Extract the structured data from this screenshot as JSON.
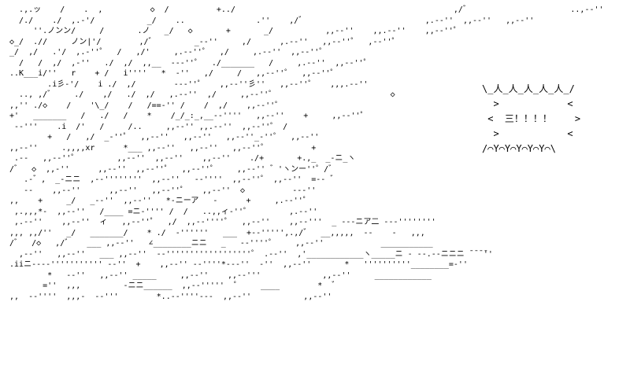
{
  "art": {
    "lines": [
      "   .,.ッ    /    .  ,          ◇  /          +../                                              ,/゛                     ..,-‐''       _-‐''",
      "   /./    ./  ,.-'/           _/    ..               .''    ,/゛                         ,.-‐''  ,,-‐''   ,,-‐''",
      "      ''.ノンン/     /       .ノ   _/   ◇       +       _/           ,,-‐''    ,,.-‐''    ,,-‐''゜",
      " ◇_/  .//     ノン|'/        ,/゛        _-‐''     ,/      ,.-‐''   ,,-‐''゜  ,-‐''゜",
      " _/  ,/   .'/  ,.-''゜  /   ,/'     ,.-‐''゜  ,/     ,.-‐''  ,,-‐''゜",
      "   /   /  ,/  ,-''   ./  ,/  ,,__  ‐--''゜  ./_______   /     ,.-‐''  ,,-‐''゜",
      " ..K___i/''   r    + /   i''''   *  -''   ,/     /   ,,-‐''゜  ,,-‐''゜",
      "         .i彡-'/    i ./  ,/        ‐--''゜   ,,-‐''彡''   ,,-‐''゜   ,,,.-‐''",
      "   .., ,/゛    ./    ,/   ./  ,/   ,.-‐''  ,/     ,,-‐''゜                        ◇",
      " ,,'' ./◇    /    '\\_/    /   /==-'' /    /  ,/    ,,-‐''゜",
      " +'   _______   /   ./   /    *    /_/_:_,__-‐''''   ,,-‐''    +     ,,-‐''゜",
      "  -‐'''    .i  /'   /     /..     ,,-‐'' ,,.-‐''  ,,-‐''゜ /",
      "         +   /   ,/  _-''゜  ,,-‐''   ,,-‐''   ,,-‐''_-''゜  ,,-‐''",
      " ,,-‐''     .,,,,xr      *___ ,,-‐''   ,,-‐''   ,,-‐''゜         +",
      "  .--   ,,-‐''゜        ,,-‐''  ,,-‐''    ,,-‐''    ./+       +.,_  _-ニ_ヽ",
      " /゛  ◇  ,,-''      ,,-‐''  ,,-‐''゜  ,,-‐''゜    ,,-‐'' ゛'ヽンー''゜/゛",
      "    .-゛,  _-ニニ  ,-‐''''''''  ,,-‐''   -‐''''  ,,-‐''゜ ,,-‐''  =-- ゛",
      "    --    ,,-‐''      ,,-‐''   ,,-‐''゜   ,,-‐''  ◇          ‐-‐''",
      " ,,    +     _/   _-‐''  ,,-‐''   *-ニーア   -      +     ,.-‐''゜",
      "  ,.,,,*-  ,,-‐''   /____ =ニ-'''' /  /   ..,,ィ-''゜        ,.-‐''",
      "  ,.-‐''    ,,-‐''  ィ   ,,-‐''゜  ,/  ,,-‐''''゜  ,,-‐''    ,,-‐'''  _ ---ニア二 ---''''''''",
      " ,,, ,,/''   _/   _______/    * ./  -''''''   ___  +-‐''''',.,/゛  __,,,,,  --    -   ,,,",
      " /゛  /◇   ,/゛   ___ ,,-‐''   ∠________ニニ   _   -‐''''゜    ,,-‐''            ___________",
      "   ,-‐''   ,,-‐''   ___ ,,-‐''  -‐''''''''''''''''''゜ .-‐''  ,'____________ヽ_____ニ ‐ --.--ニニニ ̄ ̄ ̄ ̄''",
      " .iiニ----''''''''''' -‐''  +    ,,-‐'' -‐''''*---''  -''  ,,-‐''       *   ''''''''''________=-''",
      "         *   -‐''   ,,-‐'' _____     ,,-‐''    ,,-‐'''             ,,-‐''     ____________",
      "        =''  ,,,         -ニニ______  ,,-‐'''''  ゜    ____        *  ゛",
      " ,,  -‐''''  ,,,-  -‐'''        *..--''''---  ,,-‐''           ,,-‐''"
    ],
    "bubble": {
      "top": "\\_人_人_人_人_人_/",
      "side_left_1": "  >",
      "side_right_1": "<",
      "shout": "三！！！！",
      "side_left_3": "  >",
      "side_right_3": "<",
      "bottom": "/⌒Y⌒Y⌒Y⌒Y⌒Y⌒\\"
    }
  }
}
